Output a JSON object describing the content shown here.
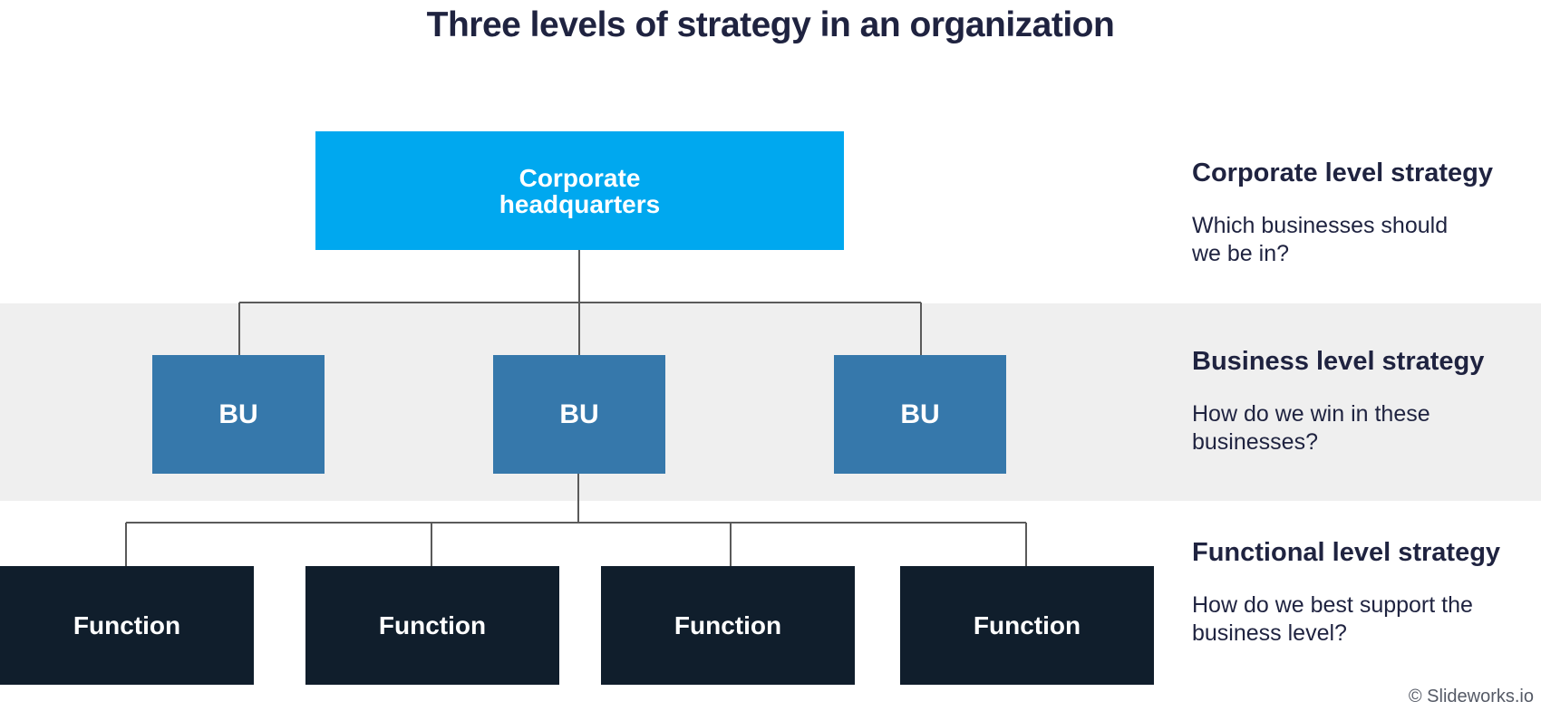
{
  "title": "Three levels of strategy in an organization",
  "hq": {
    "label_line1": "Corporate",
    "label_line2": "headquarters"
  },
  "business_units": [
    "BU",
    "BU",
    "BU"
  ],
  "functions": [
    "Function",
    "Function",
    "Function",
    "Function"
  ],
  "levels": [
    {
      "title": "Corporate level strategy",
      "desc_line1": "Which businesses should",
      "desc_line2": "we be in?"
    },
    {
      "title": "Business level strategy",
      "desc_line1": "How do we win in these",
      "desc_line2": "businesses?"
    },
    {
      "title": "Functional level strategy",
      "desc_line1": "How do we best support the",
      "desc_line2": "business level?"
    }
  ],
  "copyright": "© Slideworks.io",
  "colors": {
    "hq": "#00a8ef",
    "bu": "#3678ab",
    "function": "#101e2c",
    "band": "#efefef",
    "text": "#1f2340"
  }
}
